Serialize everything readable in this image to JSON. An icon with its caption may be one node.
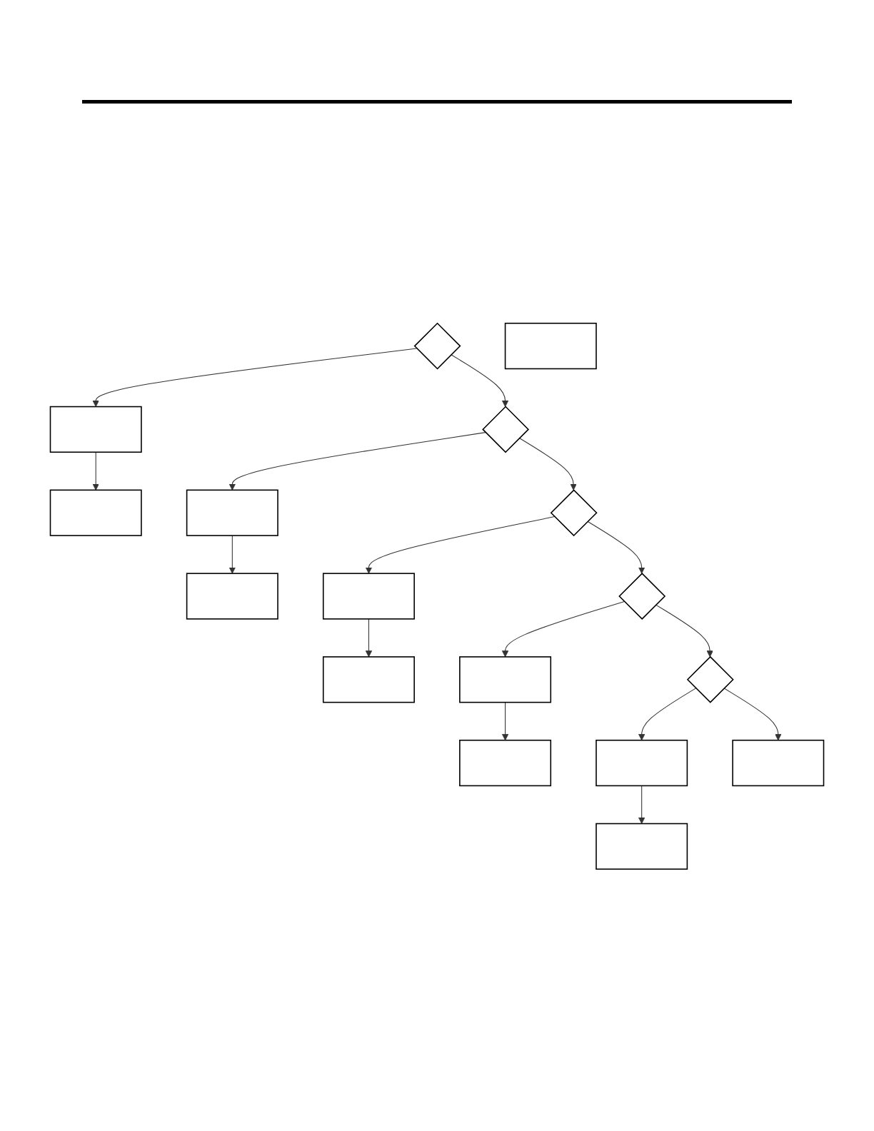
{
  "diagram": {
    "nodes": [
      {
        "text": [],
        "shape": "diamond"
      },
      {
        "text": [],
        "shape": "box"
      },
      {
        "text": [],
        "shape": "box"
      },
      {
        "text": [],
        "shape": "diamond"
      },
      {
        "text": [],
        "shape": "box"
      },
      {
        "text": [],
        "shape": "box"
      },
      {
        "text": [],
        "shape": "diamond"
      },
      {
        "text": [],
        "shape": "box"
      },
      {
        "text": [],
        "shape": "box"
      },
      {
        "text": [],
        "shape": "box"
      },
      {
        "text": [],
        "shape": "diamond"
      },
      {
        "text": [],
        "shape": "box"
      },
      {
        "text": [],
        "shape": "box"
      },
      {
        "text": [],
        "shape": "diamond"
      },
      {
        "text": [],
        "shape": "box"
      },
      {
        "text": [],
        "shape": "box"
      },
      {
        "text": [],
        "shape": "box"
      }
    ],
    "edges": [
      {
        "from": 0,
        "to": 1,
        "arrow": "to"
      },
      {
        "from": 1,
        "to": 2,
        "arrow": "to"
      },
      {
        "from": 0,
        "to": 3,
        "arrow": "to"
      },
      {
        "from": 3,
        "to": 4,
        "arrow": "to"
      },
      {
        "from": 4,
        "to": 5,
        "arrow": "to"
      },
      {
        "from": 3,
        "to": 6,
        "arrow": "to"
      },
      {
        "from": 6,
        "to": 7,
        "arrow": "to"
      },
      {
        "from": 7,
        "to": 8,
        "arrow": "to"
      },
      {
        "from": 6,
        "to": 10,
        "arrow": "to"
      },
      {
        "from": 10,
        "to": 11,
        "arrow": "to"
      },
      {
        "from": 11,
        "to": 12,
        "arrow": "to"
      },
      {
        "from": 10,
        "to": 13,
        "arrow": "to"
      },
      {
        "from": 13,
        "to": 14,
        "arrow": "to"
      },
      {
        "from": 14,
        "to": 15,
        "arrow": "to"
      },
      {
        "from": 13,
        "to": 16,
        "arrow": "to"
      }
    ]
  }
}
